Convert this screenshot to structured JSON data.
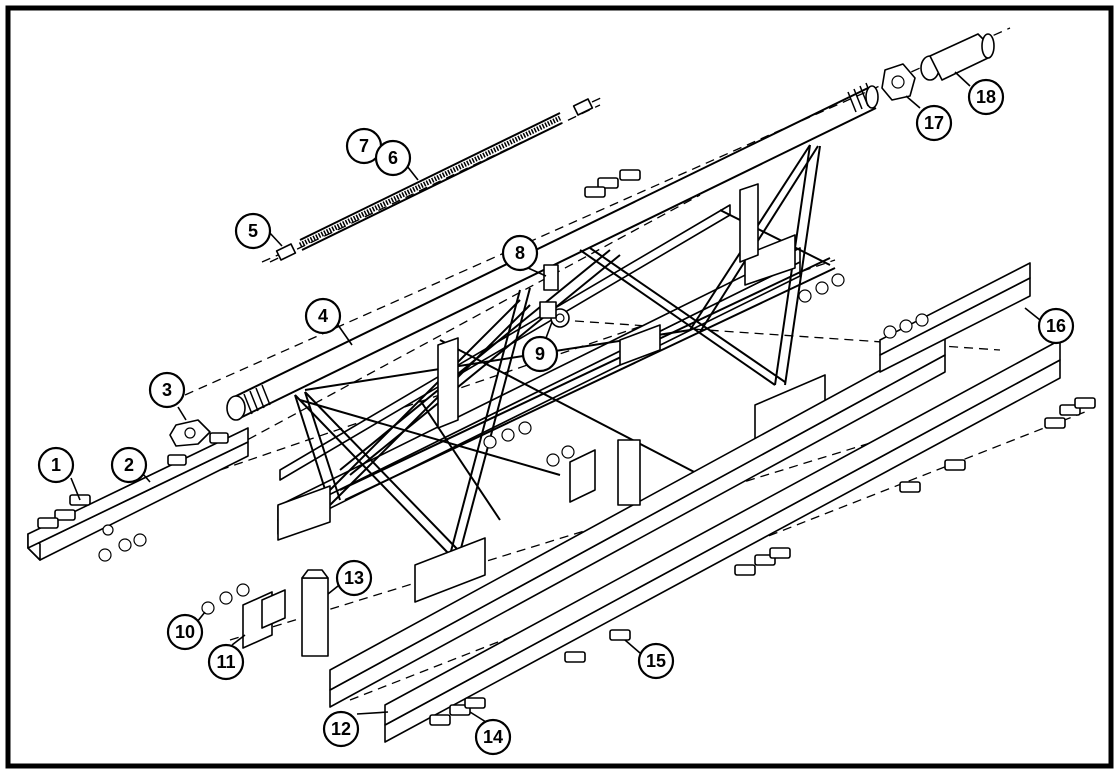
{
  "diagram": {
    "type": "exploded-parts-drawing",
    "callouts": [
      {
        "id": "c1",
        "label": "1"
      },
      {
        "id": "c2",
        "label": "2"
      },
      {
        "id": "c3",
        "label": "3"
      },
      {
        "id": "c4",
        "label": "4"
      },
      {
        "id": "c5",
        "label": "5"
      },
      {
        "id": "c6",
        "label": "6"
      },
      {
        "id": "c7",
        "label": "7"
      },
      {
        "id": "c8",
        "label": "8"
      },
      {
        "id": "c9",
        "label": "9"
      },
      {
        "id": "c10",
        "label": "10"
      },
      {
        "id": "c11",
        "label": "11"
      },
      {
        "id": "c12",
        "label": "12"
      },
      {
        "id": "c13",
        "label": "13"
      },
      {
        "id": "c14",
        "label": "14"
      },
      {
        "id": "c15",
        "label": "15"
      },
      {
        "id": "c16",
        "label": "16"
      },
      {
        "id": "c17",
        "label": "17"
      },
      {
        "id": "c18",
        "label": "18"
      }
    ]
  },
  "colors": {
    "ink": "#000000",
    "paper": "#ffffff"
  }
}
